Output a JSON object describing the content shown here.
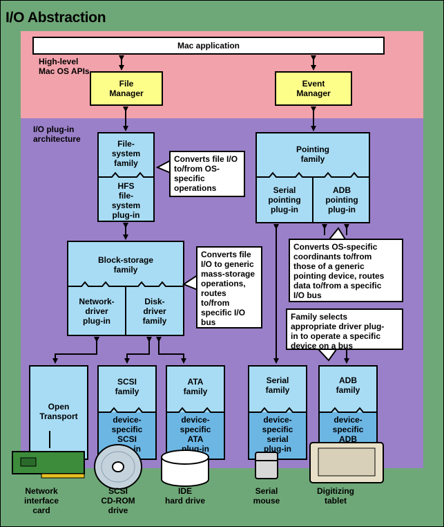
{
  "title": "I/O Abstraction",
  "bands": {
    "high_level": "High-level\nMac OS APIs",
    "plugin_arch": "I/O plug-in\narchitecture"
  },
  "boxes": {
    "mac_app": "Mac application",
    "file_manager": "File\nManager",
    "event_manager": "Event\nManager",
    "fs_family": "File-\nsystem\nfamily",
    "hfs_plugin": "HFS\nfile-\nsystem\nplug-in",
    "pointing_family": "Pointing\nfamily",
    "serial_pointing": "Serial\npointing\nplug-in",
    "adb_pointing": "ADB\npointing\nplug-in",
    "block_storage": "Block-storage\nfamily",
    "network_driver": "Network-\ndriver\nplug-in",
    "disk_driver": "Disk-\ndriver\nfamily",
    "open_transport": "Open\nTransport",
    "scsi_family": "SCSI\nfamily",
    "scsi_plugin": "device-\nspecific\nSCSI\nplug-in",
    "ata_family": "ATA\nfamily",
    "ata_plugin": "device-\nspecific\nATA\nplug-in",
    "serial_family": "Serial\nfamily",
    "serial_plugin": "device-\nspecific\nserial\nplug-in",
    "adb_family": "ADB\nfamily",
    "adb_plugin": "device-\nspecific\nADB\nplug-in"
  },
  "callouts": {
    "file_io": "Converts file I/O\nto/from OS-\nspecific\noperations",
    "mass_storage": "Converts file\nI/O to generic\nmass-storage\noperations,\nroutes\nto/from\nspecific I/O\nbus",
    "pointing": "Converts OS-specific\ncoordinants to/from\nthose of a generic\npointing device, routes\ndata to/from a specific\nI/O bus",
    "family_selects": "Family selects\nappropriate driver plug-\nin to operate a specific\ndevice on a bus"
  },
  "devices": {
    "network_card": "Network\ninterface\ncard",
    "scsi_cdrom": "SCSI\nCD-ROM\ndrive",
    "ide_drive": "IDE\nhard drive",
    "serial_mouse": "Serial\nmouse",
    "tablet": "Digitizing\ntablet"
  }
}
